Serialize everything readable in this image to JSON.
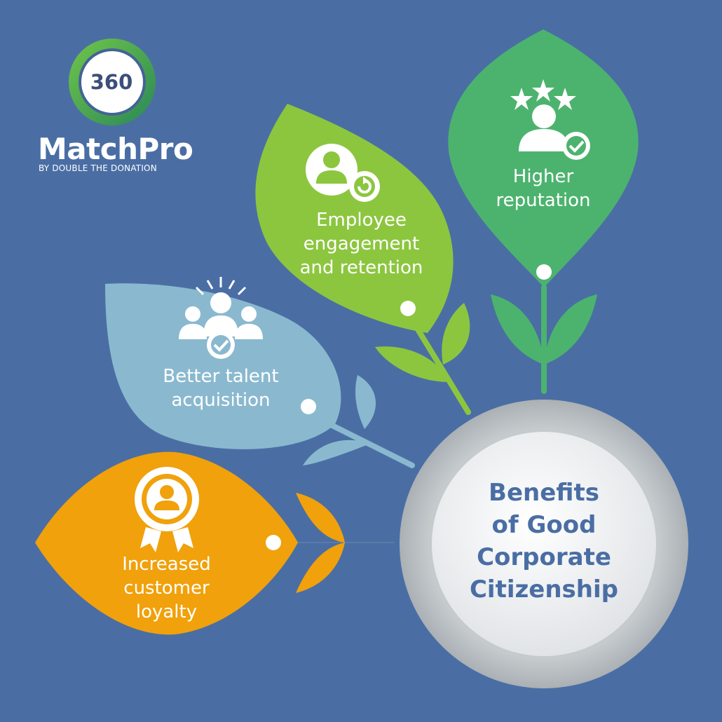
{
  "logo": {
    "number": "360",
    "wordmark": "MatchPro",
    "tagline": "BY DOUBLE THE DONATION"
  },
  "center": {
    "title_lines": [
      "Benefits",
      "of Good",
      "Corporate",
      "Citizenship"
    ]
  },
  "leaves": [
    {
      "id": "higher-reputation",
      "icon": "person-stars-check-icon",
      "lines": [
        "Higher",
        "reputation"
      ],
      "color": "#4cb36e"
    },
    {
      "id": "employee-engagement",
      "icon": "person-refresh-icon",
      "lines": [
        "Employee",
        "engagement",
        "and retention"
      ],
      "color": "#8cc63f"
    },
    {
      "id": "better-talent",
      "icon": "group-arrows-check-icon",
      "lines": [
        "Better talent",
        "acquisition"
      ],
      "color": "#8ab9cf"
    },
    {
      "id": "customer-loyalty",
      "icon": "award-badge-person-icon",
      "lines": [
        "Increased",
        "customer",
        "loyalty"
      ],
      "color": "#f0a10b"
    }
  ],
  "colors": {
    "background": "#4a6ea4",
    "logo_ring": "#3fa844",
    "center_ring": "#b9bfc4",
    "center_disc": "#f2f3f4",
    "title": "#4a6ea4"
  }
}
